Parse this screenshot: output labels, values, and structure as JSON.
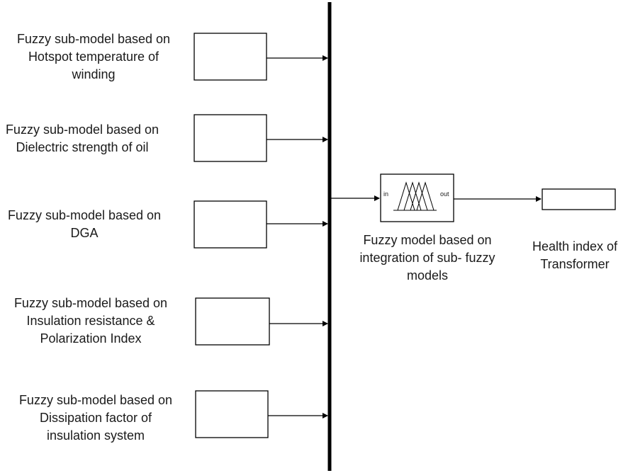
{
  "sub_models": [
    {
      "lines": [
        "Fuzzy sub-model based on",
        "Hotspot temperature of",
        "winding"
      ]
    },
    {
      "lines": [
        "Fuzzy sub-model based on",
        "Dielectric strength of oil"
      ]
    },
    {
      "lines": [
        "Fuzzy sub-model based on",
        "DGA"
      ]
    },
    {
      "lines": [
        "Fuzzy sub-model based on",
        "Insulation resistance &",
        "Polarization Index"
      ]
    },
    {
      "lines": [
        "Fuzzy sub-model based on",
        "Dissipation factor of",
        "insulation system"
      ]
    }
  ],
  "integration_block": {
    "in_port": "in",
    "out_port": "out",
    "lines": [
      "Fuzzy model based on",
      "integration of sub- fuzzy",
      "models"
    ]
  },
  "output_block": {
    "lines": [
      "Health index of",
      "Transformer"
    ]
  },
  "colors": {
    "stroke": "#000000",
    "text": "#1a1a1a"
  }
}
